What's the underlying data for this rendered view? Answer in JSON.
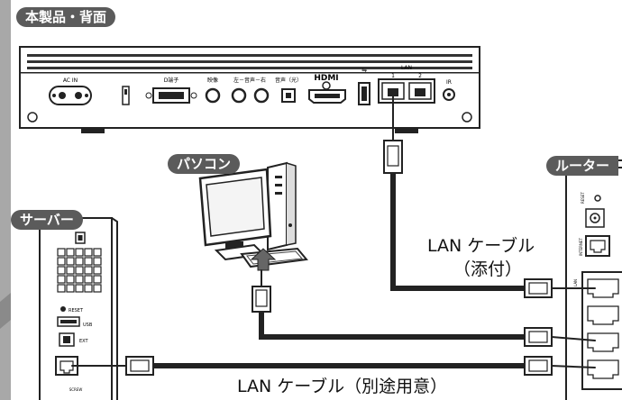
{
  "labels": {
    "product_back": "本製品・背面",
    "pc": "パソコン",
    "server": "サーバー",
    "router": "ルーター",
    "cable_included_line1": "LAN ケーブル",
    "cable_included_line2": "（添付）",
    "cable_separate": "LAN ケーブル（別途用意）"
  },
  "device": {
    "ports": {
      "ac_in": "AC IN",
      "d_terminal": "D端子",
      "video": "映像",
      "audio": "左－音声－右",
      "optical": "音声（光）",
      "hdmi": "HDMI",
      "lan": "LAN",
      "lan1": "1",
      "lan2": "2",
      "ir": "IR"
    }
  },
  "server_panel": {
    "reset": "RESET",
    "usb": "USB",
    "ext": "EXT",
    "bottom": "SCREW"
  },
  "router_panel": {
    "reset": "RESET",
    "internet": "INTERNET",
    "lan": "LAN"
  },
  "colors": {
    "label_bg": "#5b5b5b",
    "label_text": "#ffffff",
    "sidebar": "#a8a8a8",
    "line": "#222222"
  }
}
